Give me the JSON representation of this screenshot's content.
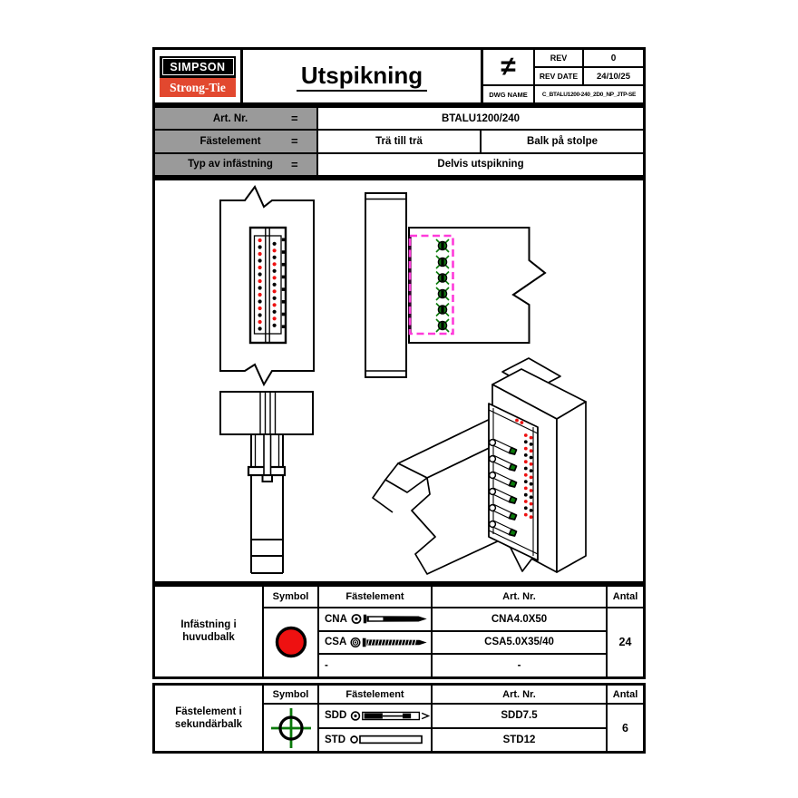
{
  "sheet": {
    "logo": {
      "line1": "SIMPSON",
      "line2": "Strong-Tie"
    },
    "title": "Utspikning",
    "rev_block": {
      "symbol": "≠",
      "rev_label": "REV",
      "rev_value": "0",
      "rev_date_label": "REV DATE",
      "rev_date_value": "24/10/25",
      "dwg_name_label": "DWG NAME",
      "dwg_name_value": "C_BTALU1200-240_2D0_NP_JTP-SE"
    },
    "spec_rows": [
      {
        "label": "Art. Nr.",
        "eq": "=",
        "values": [
          "BTALU1200/240"
        ]
      },
      {
        "label": "Fästelement",
        "eq": "=",
        "values": [
          "Trä till trä",
          "Balk på stolpe"
        ]
      },
      {
        "label": "Typ av infästning",
        "eq": "=",
        "values": [
          "Delvis utspikning"
        ]
      }
    ],
    "fastener_tables": [
      {
        "row_label": "Infästning i huvudbalk",
        "headers": {
          "symbol": "Symbol",
          "fastener": "Fästelement",
          "art_nr": "Art. Nr.",
          "qty": "Antal"
        },
        "symbol_icon": "red-filled-circle",
        "symbol_color": "#ee1111",
        "rows": [
          {
            "code": "CNA",
            "icon": "cna-nail-icon",
            "art_nr": "CNA4.0X50"
          },
          {
            "code": "CSA",
            "icon": "csa-screw-icon",
            "art_nr": "CSA5.0X35/40"
          },
          {
            "code": "-",
            "icon": "",
            "art_nr": "-"
          }
        ],
        "qty": "24"
      },
      {
        "row_label": "Fästelement i sekundärbalk",
        "headers": {
          "symbol": "Symbol",
          "fastener": "Fästelement",
          "art_nr": "Art. Nr.",
          "qty": "Antal"
        },
        "symbol_icon": "green-crosshair-circle",
        "symbol_color": "#0a7a0a",
        "rows": [
          {
            "code": "SDD",
            "icon": "sdd-dowel-icon",
            "art_nr": "SDD7.5"
          },
          {
            "code": "STD",
            "icon": "std-dowel-icon",
            "art_nr": "STD12"
          }
        ],
        "qty": "6"
      }
    ],
    "drawing": {
      "nail_color_primary": "#ee1111",
      "nail_color_secondary": "#000000",
      "screw_tip_color": "#0a7a0a",
      "marked_zone_color": "#ff3bda",
      "front_view_nail_rows": 14,
      "side_view_screws": 6,
      "iso_view_screws": 6,
      "iso_view_nail_rows": 13
    }
  }
}
